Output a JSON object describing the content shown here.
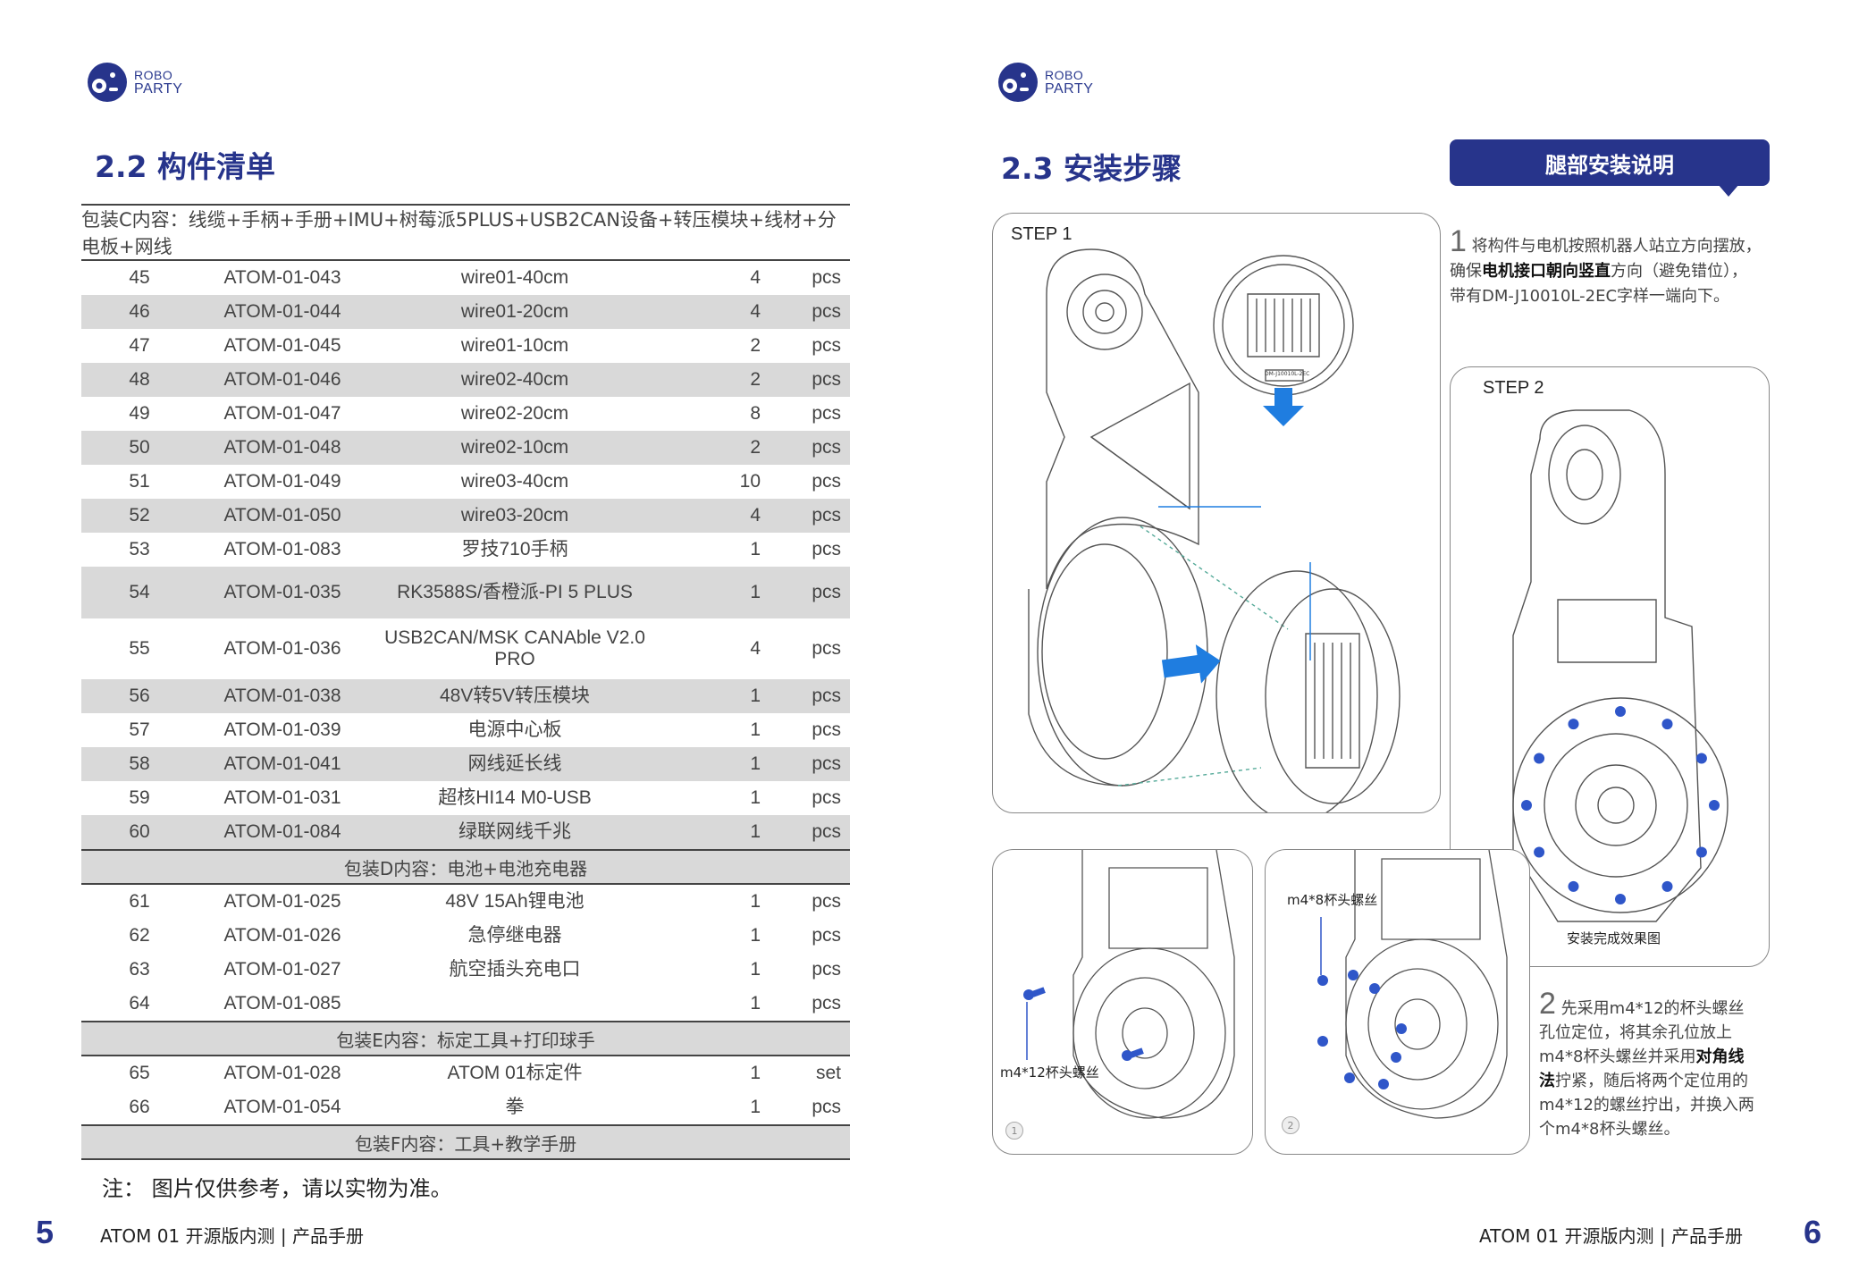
{
  "brand": {
    "line1": "ROBO",
    "line2": "PARTY"
  },
  "left": {
    "section_title": "2.2  构件清单",
    "package_c_header": "包装C内容：线缆+手柄+手册+IMU+树莓派5PLUS+USB2CAN设备+转压模块+线材+分电板+网线",
    "rows_c": [
      {
        "no": "45",
        "code": "ATOM-01-043",
        "name": "wire01-40cm",
        "qty": "4",
        "unit": "pcs"
      },
      {
        "no": "46",
        "code": "ATOM-01-044",
        "name": "wire01-20cm",
        "qty": "4",
        "unit": "pcs"
      },
      {
        "no": "47",
        "code": "ATOM-01-045",
        "name": "wire01-10cm",
        "qty": "2",
        "unit": "pcs"
      },
      {
        "no": "48",
        "code": "ATOM-01-046",
        "name": "wire02-40cm",
        "qty": "2",
        "unit": "pcs"
      },
      {
        "no": "49",
        "code": "ATOM-01-047",
        "name": "wire02-20cm",
        "qty": "8",
        "unit": "pcs"
      },
      {
        "no": "50",
        "code": "ATOM-01-048",
        "name": "wire02-10cm",
        "qty": "2",
        "unit": "pcs"
      },
      {
        "no": "51",
        "code": "ATOM-01-049",
        "name": "wire03-40cm",
        "qty": "10",
        "unit": "pcs"
      },
      {
        "no": "52",
        "code": "ATOM-01-050",
        "name": "wire03-20cm",
        "qty": "4",
        "unit": "pcs"
      },
      {
        "no": "53",
        "code": "ATOM-01-083",
        "name": "罗技710手柄",
        "qty": "1",
        "unit": "pcs"
      },
      {
        "no": "54",
        "code": "ATOM-01-035",
        "name": "RK3588S/香橙派-PI 5 PLUS",
        "qty": "1",
        "unit": "pcs"
      },
      {
        "no": "55",
        "code": "ATOM-01-036",
        "name": "USB2CAN/MSK CANAble V2.0 PRO",
        "qty": "4",
        "unit": "pcs"
      },
      {
        "no": "56",
        "code": "ATOM-01-038",
        "name": "48V转5V转压模块",
        "qty": "1",
        "unit": "pcs"
      },
      {
        "no": "57",
        "code": "ATOM-01-039",
        "name": "电源中心板",
        "qty": "1",
        "unit": "pcs"
      },
      {
        "no": "58",
        "code": "ATOM-01-041",
        "name": "网线延长线",
        "qty": "1",
        "unit": "pcs"
      },
      {
        "no": "59",
        "code": "ATOM-01-031",
        "name": "超核HI14 M0-USB",
        "qty": "1",
        "unit": "pcs"
      },
      {
        "no": "60",
        "code": "ATOM-01-084",
        "name": "绿联网线千兆",
        "qty": "1",
        "unit": "pcs"
      }
    ],
    "package_d_header": "包装D内容：电池+电池充电器",
    "rows_d": [
      {
        "no": "61",
        "code": "ATOM-01-025",
        "name": "48V 15Ah锂电池",
        "qty": "1",
        "unit": "pcs"
      },
      {
        "no": "62",
        "code": "ATOM-01-026",
        "name": "急停继电器",
        "qty": "1",
        "unit": "pcs"
      },
      {
        "no": "63",
        "code": "ATOM-01-027",
        "name": "航空插头充电口",
        "qty": "1",
        "unit": "pcs"
      },
      {
        "no": "64",
        "code": "ATOM-01-085",
        "name": "",
        "qty": "1",
        "unit": "pcs"
      }
    ],
    "package_e_header": "包装E内容：标定工具+打印球手",
    "rows_e": [
      {
        "no": "65",
        "code": "ATOM-01-028",
        "name": "ATOM 01标定件",
        "qty": "1",
        "unit": "set"
      },
      {
        "no": "66",
        "code": "ATOM-01-054",
        "name": "拳",
        "qty": "1",
        "unit": "pcs"
      }
    ],
    "package_f_header": "包装F内容：工具+教学手册",
    "note": "注：  图片仅供参考，请以实物为准。",
    "page_number": "5",
    "footer": "ATOM 01 开源版内测  |  产品手册"
  },
  "right": {
    "section_title": "2.3  安装步骤",
    "badge": "腿部安装说明",
    "step1_label": "STEP 1",
    "step2_label": "STEP 2",
    "step1_num": "1",
    "step1_text_a": "将构件与电机按照机器人站立方向摆放，",
    "step1_text_b1": "确保",
    "step1_text_b_bold": "电机接口朝向竖直",
    "step1_text_b2": "方向（避免错位），",
    "step1_text_c": "带有DM-J10010L-2EC字样一端向下。",
    "complete_caption": "安装完成效果图",
    "screw_label_12": "m4*12杯头螺丝",
    "screw_label_8": "m4*8杯头螺丝",
    "sub1": "1",
    "sub2": "2",
    "motor_label": "DM-J10010L-2EC",
    "step2_num": "2",
    "step2_l1": "先采用m4*12的杯头螺丝",
    "step2_l2": "孔位定位，将其余孔位放上",
    "step2_l3a": "m4*8杯头螺丝并采用",
    "step2_l3b": "对角线",
    "step2_l4a": "法",
    "step2_l4b": "拧紧，随后将两个定位用的",
    "step2_l5": "m4*12的螺丝拧出，并换入两",
    "step2_l6": "个m4*8杯头螺丝。",
    "page_number": "6",
    "footer": "ATOM 01 开源版内测  |  产品手册"
  },
  "colors": {
    "brand_blue": "#27348b",
    "arrow_blue": "#1f7de0",
    "screw_blue": "#2f56c9",
    "shade_gray": "#d9d9d9"
  }
}
